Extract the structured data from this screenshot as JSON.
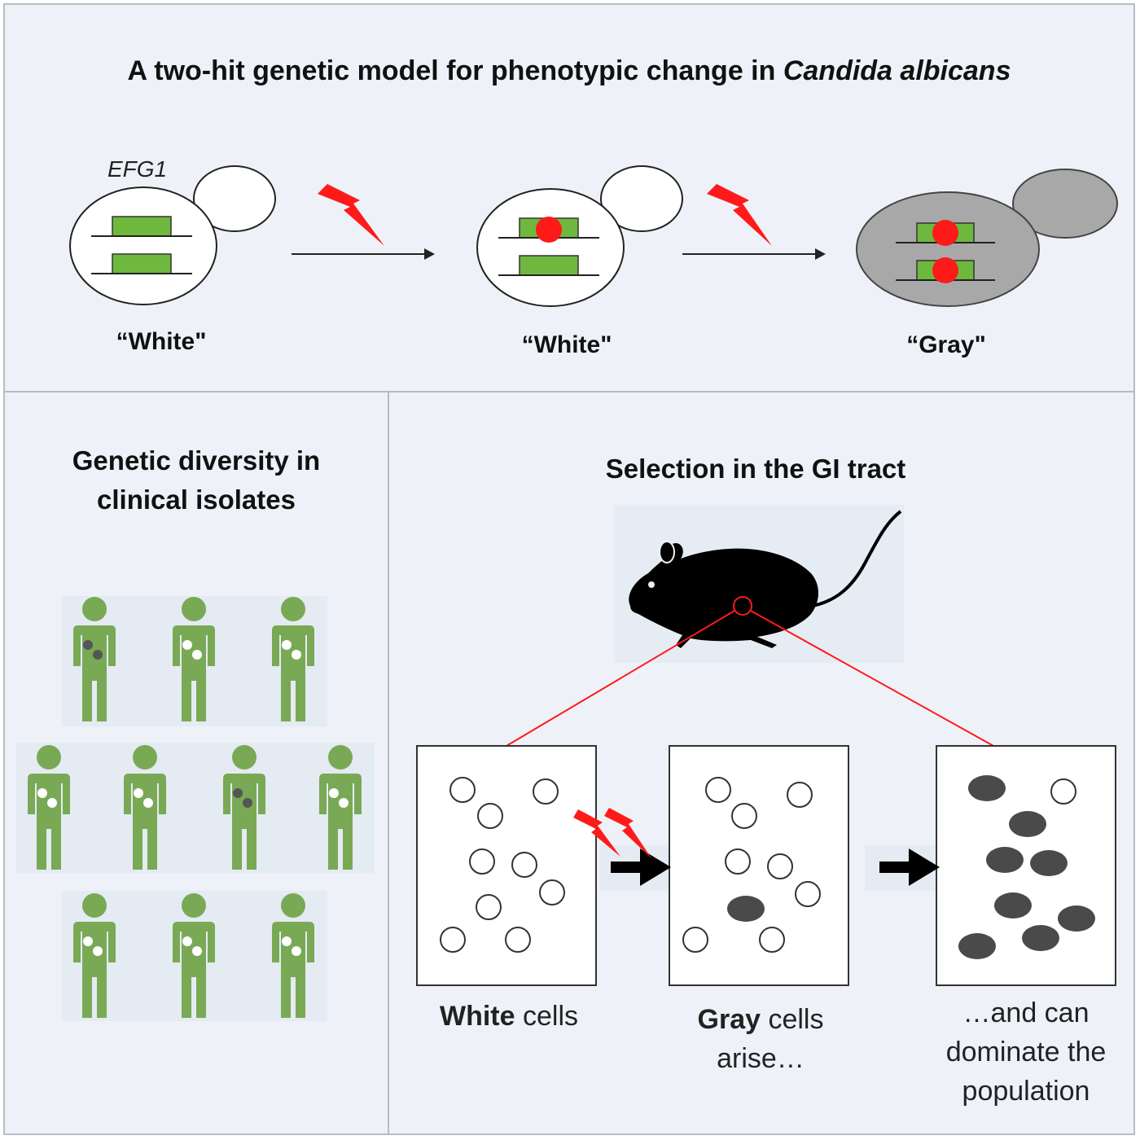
{
  "title": {
    "prefix": "A two-hit genetic model for phenotypic change in ",
    "species": "Candida albicans"
  },
  "top_panel": {
    "gene_label": "EFG1",
    "cells": [
      {
        "label": "“White\"",
        "phenotype": "white",
        "mutated_alleles": 0
      },
      {
        "label": "“White\"",
        "phenotype": "white",
        "mutated_alleles": 1
      },
      {
        "label": "“Gray\"",
        "phenotype": "gray",
        "mutated_alleles": 2
      }
    ]
  },
  "left_panel": {
    "title_line1": "Genetic diversity in",
    "title_line2": "clinical isolates",
    "people_rows": [
      [
        "gray",
        "white",
        "white"
      ],
      [
        "white",
        "white",
        "gray",
        "white"
      ],
      [
        "white",
        "white",
        "white"
      ]
    ]
  },
  "right_panel": {
    "title": "Selection in the GI tract",
    "boxes": [
      {
        "caption_bold": "White",
        "caption_rest": " cells",
        "caption_line2": "",
        "caption_line3": "",
        "white_cells": 9,
        "gray_cells": 0
      },
      {
        "caption_bold": "Gray",
        "caption_rest": " cells",
        "caption_line2": "arise…",
        "caption_line3": "",
        "white_cells": 8,
        "gray_cells": 1
      },
      {
        "caption_bold": "",
        "caption_rest": "…and can",
        "caption_line2": "dominate the",
        "caption_line3": "population",
        "white_cells": 1,
        "gray_cells": 8
      }
    ]
  },
  "colors": {
    "background": "#eef2f8",
    "gene_green": "#6fb83e",
    "mutation_red": "#ff1a1a",
    "person_green": "#7aa955",
    "gray_cell": "#a8a8a8",
    "dark_gray_cell": "#4a4a4a",
    "border": "#b8bcc2"
  },
  "icons": [
    "lightning-bolt-icon",
    "mouse-icon",
    "person-icon",
    "arrow-right-icon"
  ]
}
